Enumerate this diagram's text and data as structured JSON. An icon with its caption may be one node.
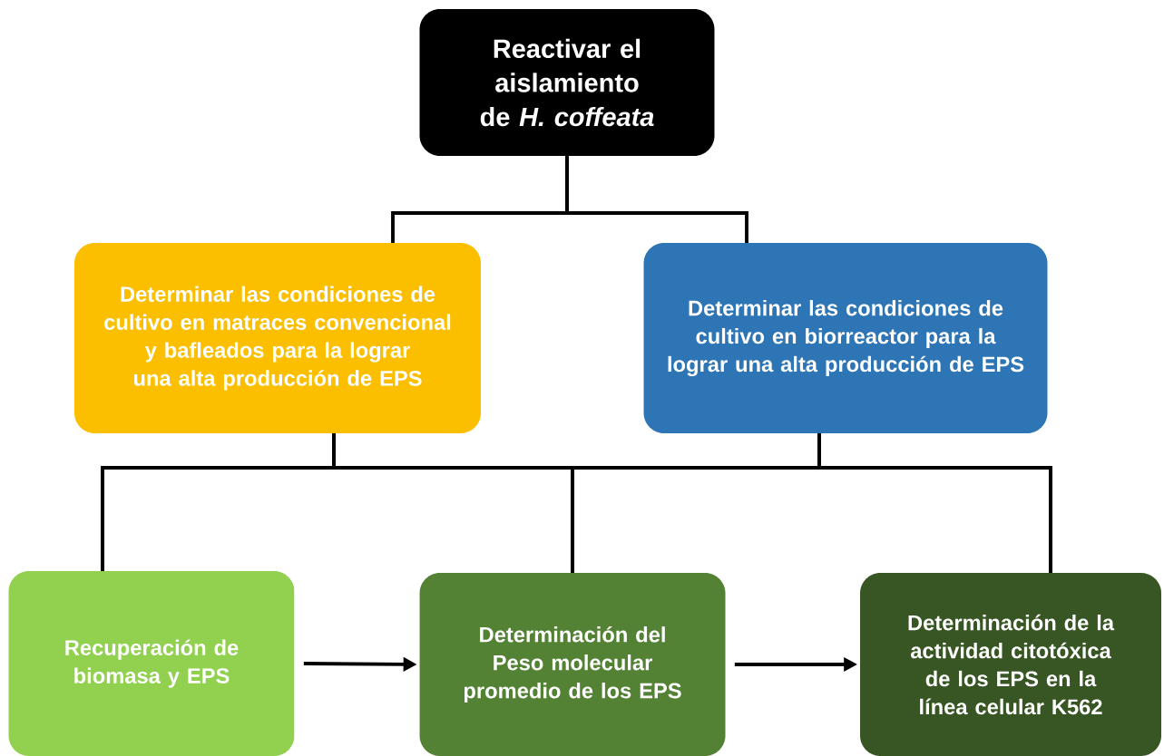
{
  "diagram": {
    "nodes": [
      {
        "text": [
          "Reactivar el aislamiento de *H. coffeata*"
        ]
      },
      {
        "text": [
          "Determinar las condiciones de cultivo en matraces convencional y bafleados para la lograr una alta producción de EPS"
        ]
      },
      {
        "text": [
          "Determinar las condiciones de cultivo en biorreactor para la lograr una alta producción de EPS"
        ]
      },
      {
        "text": [
          "Recuperación de biomasa y EPS"
        ]
      },
      {
        "text": [
          "Determinación del Peso molecular promedio de los EPS"
        ]
      },
      {
        "text": [
          "Determinación de la actividad citotóxica de los EPS en la línea celular K562"
        ]
      }
    ],
    "edges": [
      {
        "from": 0,
        "to": 1,
        "arrow": "none"
      },
      {
        "from": 0,
        "to": 2,
        "arrow": "none"
      },
      {
        "from": 1,
        "to": 3,
        "arrow": "none"
      },
      {
        "from": 1,
        "to": 4,
        "arrow": "none"
      },
      {
        "from": 1,
        "to": 5,
        "arrow": "none"
      },
      {
        "from": 2,
        "to": 3,
        "arrow": "none"
      },
      {
        "from": 2,
        "to": 4,
        "arrow": "none"
      },
      {
        "from": 2,
        "to": 5,
        "arrow": "none"
      },
      {
        "from": 3,
        "to": 4,
        "arrow": "to"
      },
      {
        "from": 4,
        "to": 5,
        "arrow": "to"
      }
    ]
  }
}
